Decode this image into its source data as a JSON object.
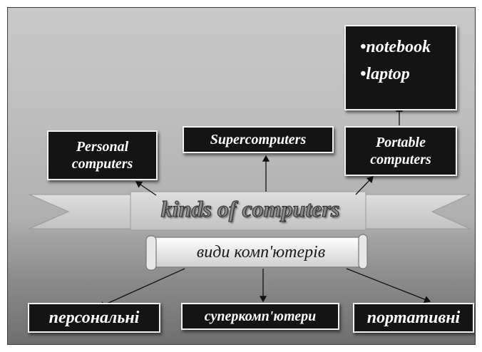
{
  "title": "kinds of computers",
  "subtitle_ua": "види комп'ютерів",
  "top_categories": [
    {
      "line1": "Personal",
      "line2": "computers"
    },
    {
      "line1": "Supercomputers"
    },
    {
      "line1": "Portable",
      "line2": "computers"
    }
  ],
  "portable_items": [
    "•notebook",
    "•laptop"
  ],
  "bottom_categories": [
    "персональні",
    "суперкомп'ютери",
    "портативні"
  ],
  "colors": {
    "box_fill": "#141414",
    "box_border": "#f2f2f2",
    "ribbon": "#d2d2d2",
    "text_light": "#ffffff"
  }
}
